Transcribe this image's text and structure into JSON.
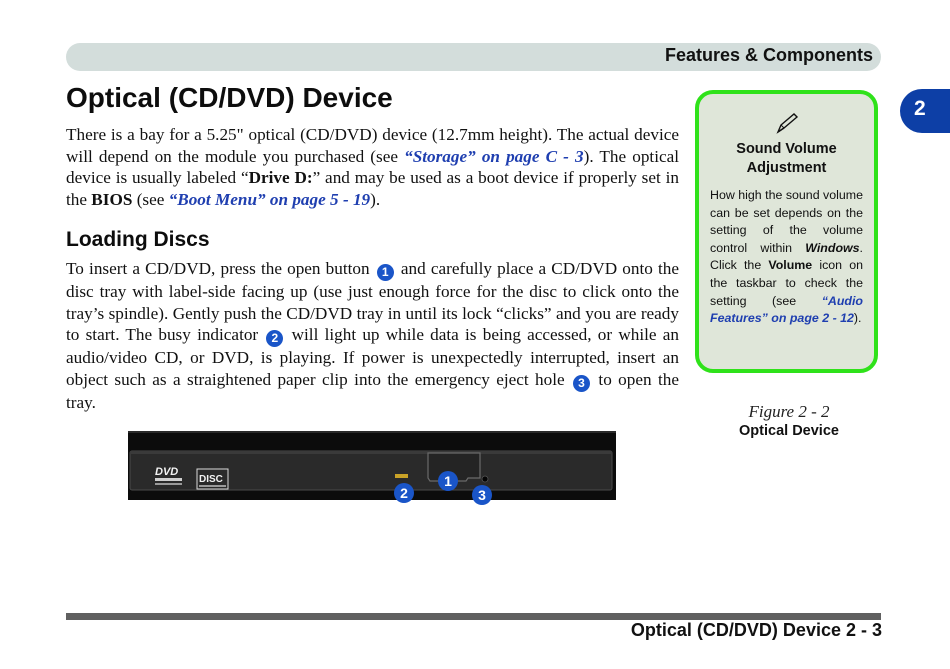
{
  "header": {
    "title": "Features & Components"
  },
  "chapter_tab": {
    "number": "2"
  },
  "page_title": "Optical (CD/DVD) Device",
  "intro": {
    "t1": "There is a bay for a 5.25\" optical (CD/DVD) device (12.7mm height). The actual device will depend on the module you purchased (see ",
    "link1": "“Storage” on page C - 3",
    "t2": "). The optical device is usually labeled “",
    "bold1": "Drive D:",
    "t3": "” and may be used as a boot device if properly set in the ",
    "bold2": "BIOS",
    "t4": " (see ",
    "link2": "“Boot Menu” on page 5 - 19",
    "t5": ")."
  },
  "section": {
    "title": "Loading Discs",
    "t1": "To insert a CD/DVD, press the open button ",
    "c1": "1",
    "t2": " and carefully place a CD/DVD onto the disc tray with label-side facing up (use just enough force for the disc to click onto the tray’s spindle). Gently push the CD/DVD tray in until its lock “clicks” and you are ready to start. The busy indicator ",
    "c2": "2",
    "t3": " will light up while data is being accessed, or while an audio/video CD, or DVD, is playing. If power is unexpectedly interrupted, insert an object such as a straightened paper clip into the emergency eject hole ",
    "c3": "3",
    "t4": " to open the tray."
  },
  "sidebar": {
    "icon": "pen-icon",
    "title": "Sound Volume Adjustment",
    "b1": "How high the sound volume can be set depends on the setting of the volume control within ",
    "b1_italic": "Windows",
    "b2": ". Click the ",
    "b2_bold": "Volume",
    "b3": " icon on the taskbar to check the setting (see ",
    "link": "“Audio Features” on page 2 - 12",
    "b4": ")."
  },
  "figure": {
    "label": "Figure 2 - 2",
    "name": "Optical Device",
    "logo_dvd": "DVD",
    "logo_disc": "DISC",
    "callouts": [
      "1",
      "2",
      "3"
    ]
  },
  "footer": {
    "text": "Optical (CD/DVD) Device  2  -  3"
  },
  "colors": {
    "accent_blue": "#1a55c8",
    "sidebar_border": "#2fe21a",
    "header_bar": "#d3dddb",
    "xref": "#1f3fb0"
  }
}
